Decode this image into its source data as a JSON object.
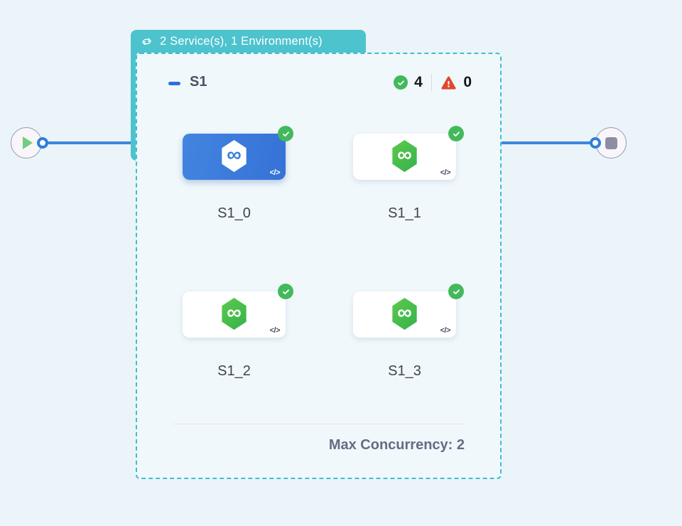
{
  "pipeline_badge": {
    "icon": "loop-icon",
    "label": "2 Service(s), 1 Environment(s)"
  },
  "stage": {
    "title": "S1",
    "success_count": "4",
    "error_count": "0",
    "services": [
      {
        "name": "S1_0",
        "selected": true,
        "status": "success"
      },
      {
        "name": "S1_1",
        "selected": false,
        "status": "success"
      },
      {
        "name": "S1_2",
        "selected": false,
        "status": "success"
      },
      {
        "name": "S1_3",
        "selected": false,
        "status": "success"
      }
    ],
    "max_concurrency_label": "Max Concurrency: 2"
  },
  "icons": {
    "infinity_glyph": "∞",
    "code_glyph": "</>"
  },
  "colors": {
    "accent_teal": "#4dc3cd",
    "dashed_border": "#3fbfce",
    "selected_blue": "#3b7edb",
    "success_green": "#43b95b",
    "error_red": "#e2472e",
    "edge_blue": "#3e86dc",
    "canvas_bg": "#eaf4f9"
  }
}
